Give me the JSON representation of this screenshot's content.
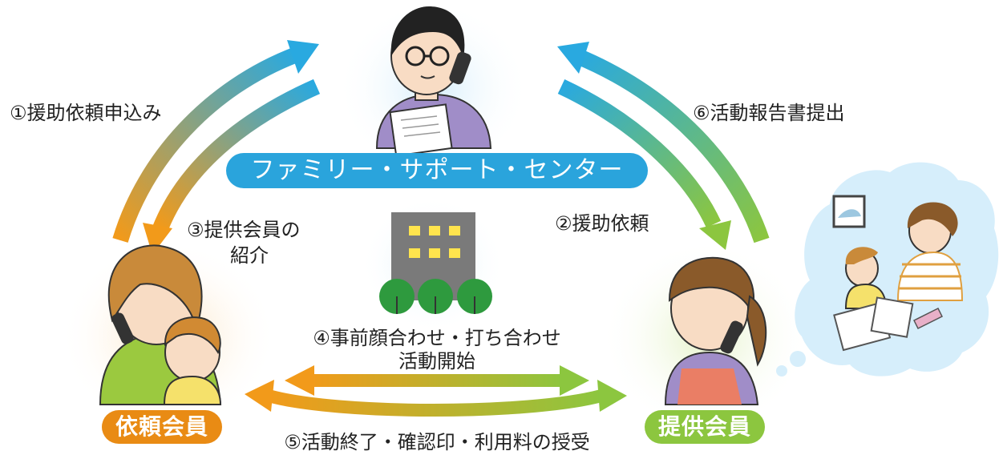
{
  "roles": {
    "center": "ファミリー・サポート・センター",
    "requester": "依頼会員",
    "provider": "提供会員"
  },
  "steps": {
    "s1": "①援助依頼申込み",
    "s2": "②援助依頼",
    "s3_line1": "③提供会員の",
    "s3_line2": "紹介",
    "s4_line1": "④事前顔合わせ・打ち合わせ",
    "s4_line2": "活動開始",
    "s5": "⑤活動終了・確認印・利用料の授受",
    "s6": "⑥活動報告書提出"
  },
  "colors": {
    "center": "#2aa4dc",
    "requester": "#e98b14",
    "provider": "#8cc63f",
    "arrow_blue": "#29a9e0",
    "arrow_orange": "#f0a020",
    "arrow_green": "#8cc63f"
  }
}
